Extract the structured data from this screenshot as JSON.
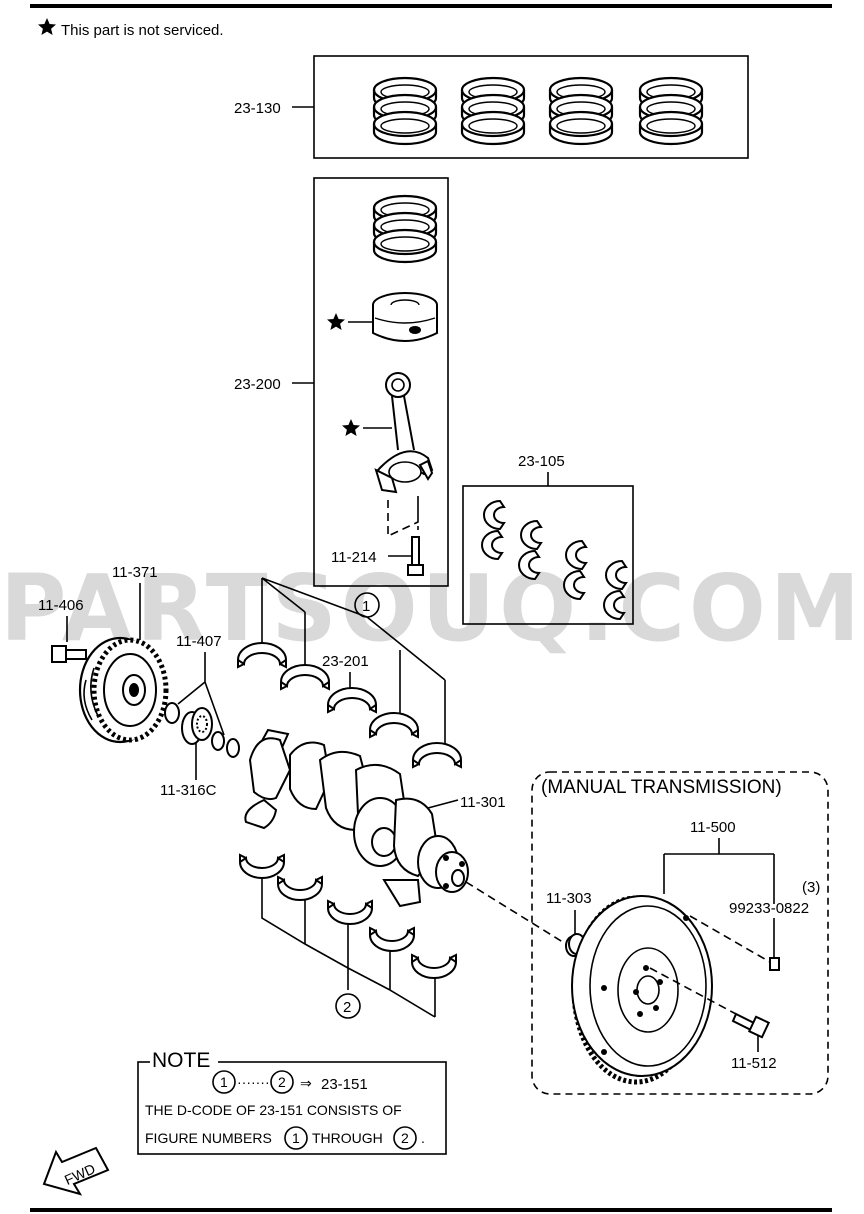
{
  "legend": {
    "star_note": "This part is not serviced."
  },
  "watermark": "PARTSOUQ.COM",
  "parts": {
    "piston_ring_set_4": "23-130",
    "piston_rod_assembly": "23-200",
    "rod_bearing_set": "23-105",
    "rod_bolt": "11-214",
    "crank_pulley": "11-371",
    "pulley_bolt": "11-406",
    "oil_seal": "11-407",
    "thrust_bearing": "23-201",
    "pilot_bearing_front": "11-316C",
    "crankshaft": "11-301",
    "flywheel_assembly": "11-500",
    "pilot_bearing": "11-303",
    "flywheel_pin": "99233-0822",
    "flywheel_pin_qty": "(3)",
    "flywheel_bolt": "11-512"
  },
  "callouts": {
    "one": "1",
    "two": "2"
  },
  "manual_transmission_box": {
    "title": "(MANUAL TRANSMISSION)"
  },
  "note": {
    "title": "NOTE",
    "line1_from": "1",
    "line1_dots": "·······",
    "line1_to": "2",
    "line1_arrow": "⇒",
    "line1_code": "23-151",
    "line2": "THE D-CODE OF  23-151  CONSISTS OF",
    "line3_a": "FIGURE NUMBERS",
    "line3_one": "1",
    "line3_b": "THROUGH",
    "line3_two": "2",
    "line3_end": "."
  },
  "fwd_arrow": {
    "label": "FWD"
  }
}
